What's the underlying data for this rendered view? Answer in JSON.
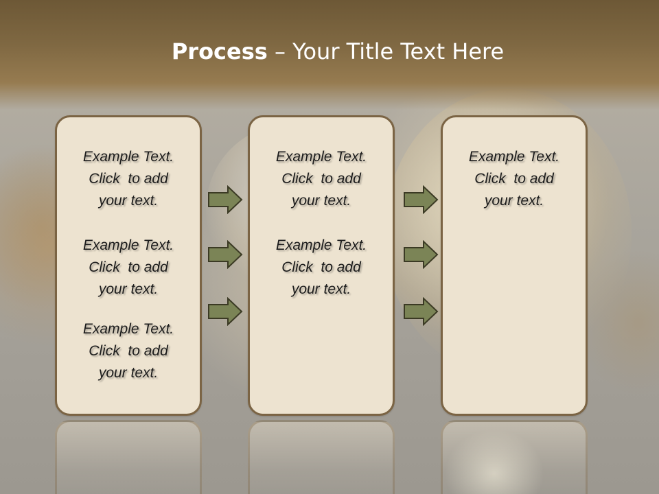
{
  "slide": {
    "title_strong": "Process",
    "title_rest": " – Your Title Text Here",
    "colors": {
      "title_band": "#7f6842",
      "panel_fill": "#ede3d0",
      "panel_border": "#7b6444",
      "arrow_fill": "#7b8456",
      "arrow_stroke": "#3b3a24",
      "text": "#1c1c1c"
    }
  },
  "panels": [
    {
      "blocks": [
        [
          "Example Text.",
          "Click  to add",
          "your text."
        ],
        [
          "Example Text.",
          "Click  to add",
          "your text."
        ],
        [
          "Example Text.",
          "Click  to add",
          "your text."
        ]
      ]
    },
    {
      "blocks": [
        [
          "Example Text.",
          "Click  to add",
          "your text."
        ],
        [
          "Example Text.",
          "Click  to add",
          "your text."
        ]
      ]
    },
    {
      "blocks": [
        [
          "Example Text.",
          "Click  to add",
          "your text."
        ]
      ]
    }
  ],
  "arrows": {
    "icon": "right-arrow-icon",
    "count_between_panels": 3
  }
}
